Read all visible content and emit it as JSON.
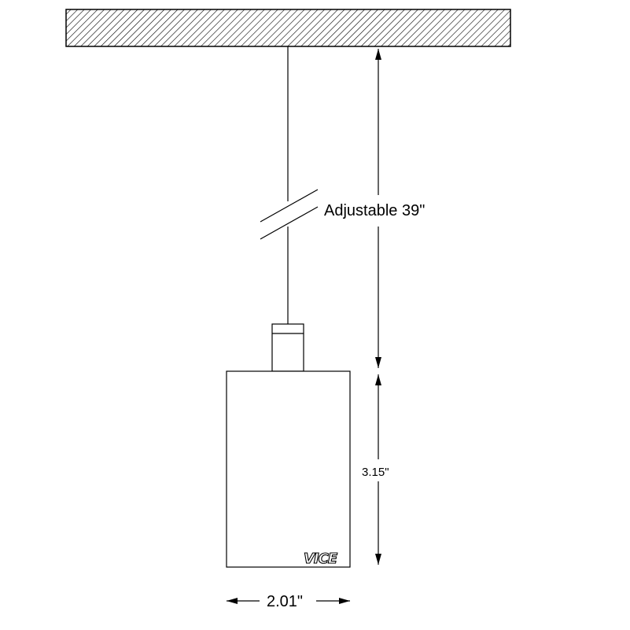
{
  "labels": {
    "cord_length": "Adjustable 39\"",
    "shade_height": "3.15\"",
    "shade_width": "2.01\""
  },
  "logo": {
    "text": "VICE"
  },
  "colors": {
    "line": "#000000",
    "background": "#ffffff"
  }
}
